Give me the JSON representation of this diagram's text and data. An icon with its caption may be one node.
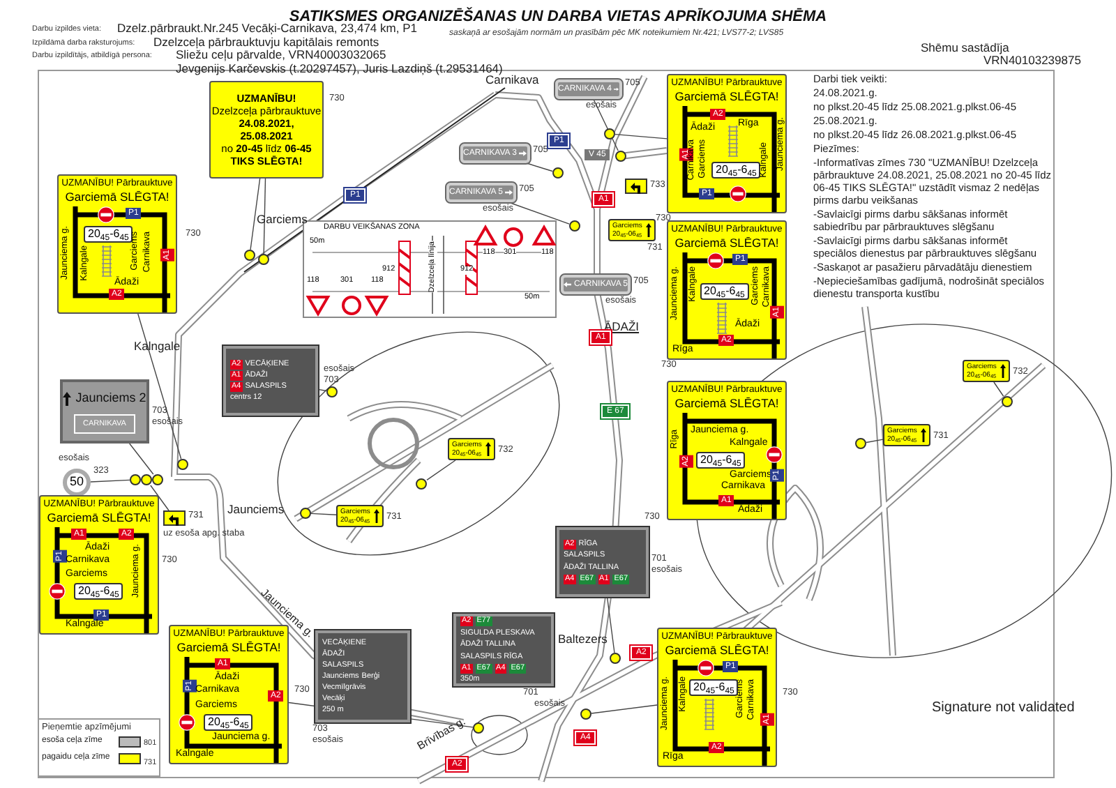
{
  "diagram": {
    "title": "SATIKSMES ORGANIZĒŠANAS UN DARBA VIETAS APRĪKOJUMA SHĒMA",
    "nodes": [
      {
        "text": [
          "UZMANĪBU!",
          "Dzelzceļa pārbrauktuve",
          "24.08.2021,",
          "25.08.2021",
          "no **20-45** līdz **06-45**",
          "TIKS SLĒGTA!"
        ],
        "beside": [
          "730"
        ]
      },
      {
        "text": [
          "CARNIKAVA 4"
        ],
        "beside": [
          "705",
          "esošais"
        ]
      },
      {
        "text": [
          "UZMANĪBU! Pārbrauktuve",
          "Garciemā SLĒGTA!",
          "A2",
          "Rīga",
          "Jaunciema g.",
          "Ādaži",
          "A1",
          "Carnikava",
          "Garciems",
          "20$_{45}$-6$_{45}$",
          "Kalngale",
          "P1"
        ],
        "beside": [
          "730"
        ]
      },
      {
        "text": [
          "CARNIKAVA 3"
        ],
        "beside": [
          "705"
        ]
      },
      {
        "text": [
          "UZMANĪBU! Pārbrauktuve",
          "Garciemā SLĒGTA!",
          "P1",
          "20$_{45}$-6$_{45}$",
          "Jaunciema g.",
          "Kalngale",
          "Garciems",
          "Carnikava",
          "Ādaži",
          "A1",
          "A2"
        ],
        "beside": [
          "730"
        ]
      },
      {
        "text": [
          "CARNIKAVA 5"
        ],
        "beside": [
          "705",
          "esošais"
        ]
      },
      {
        "text": [],
        "shape": "box",
        "beside": [
          "733"
        ]
      },
      {
        "text": [
          "Garciems",
          "20$_{45}$-06$_{45}$"
        ],
        "beside": [
          "731"
        ]
      },
      {
        "text": [
          "UZMANĪBU! Pārbrauktuve",
          "Garciemā SLĒGTA!",
          "P1",
          "Jaunciema g.",
          "Kalngale",
          "Garciems",
          "Carnikava",
          "20$_{45}$-6$_{45}$",
          "A1",
          "Ādaži",
          "A2",
          "Rīga"
        ],
        "beside": [
          "730"
        ]
      },
      {
        "text": [
          "DARBU VEIKŠANAS ZONA",
          "50m",
          "118",
          "301",
          "118",
          "912",
          "912",
          "Dzelzceļa līnija",
          "118",
          "301",
          "118",
          "50m"
        ]
      },
      {
        "text": [
          "CARNIKAVA 5"
        ],
        "beside": [
          "705",
          "esošais"
        ]
      },
      {
        "text": [
          "A2",
          "VECĀĶIENE",
          "A1",
          "ĀDAŽI",
          "A4",
          "SALASPILS",
          "centrs 12"
        ],
        "beside": [
          "esošais",
          "703"
        ]
      },
      {
        "text": [
          "Jaunciems 2",
          "CARNIKAVA"
        ],
        "beside": [
          "703",
          "esošais"
        ]
      },
      {
        "text": [
          "UZMANĪBU! Pārbrauktuve",
          "Garciemā SLĒGTA!",
          "Rīga",
          "Jaunciema g.",
          "Kalngale",
          "20$_{45}$-6$_{45}$",
          "Garciems",
          "Carnikava",
          "P1",
          "A2",
          "A1",
          "Ādaži"
        ],
        "beside": [
          "730"
        ]
      },
      {
        "text": [
          "Garciems",
          "20$_{45}$-06$_{45}$"
        ],
        "beside": [
          "732"
        ]
      },
      {
        "text": [
          "Garciems",
          "20$_{45}$-06$_{45}$"
        ],
        "beside": [
          "732"
        ]
      },
      {
        "text": [
          "Garciems",
          "20$_{45}$-06$_{45}$"
        ],
        "beside": [
          "731"
        ]
      },
      {
        "text": [
          "50"
        ],
        "beside": [
          "esošais",
          "323"
        ]
      },
      {
        "text": [],
        "shape": "box",
        "beside": [
          "731",
          "uz esoša apg. staba"
        ]
      },
      {
        "text": [
          "Garciems",
          "20$_{45}$-06$_{45}$"
        ],
        "beside": [
          "731"
        ]
      },
      {
        "text": [
          "A2",
          "RĪGA",
          "SALASPILS",
          "ĀDAŽI TALLINA",
          "A4",
          "E67",
          "A1",
          "E67"
        ],
        "beside": [
          "701",
          "esošais"
        ]
      },
      {
        "text": [
          "UZMANĪBU! Pārbrauktuve",
          "Garciemā SLĒGTA!",
          "A1",
          "Ādaži",
          "A2",
          "P1",
          "Carnikava",
          "Garciems",
          "20$_{45}$-6$_{45}$",
          "Jaunciema g.",
          "P1",
          "Kalngale"
        ],
        "beside": [
          "730"
        ]
      },
      {
        "text": [
          "A2",
          "E77",
          "SIGULDA PLESKAVA",
          "ĀDAŽI TALLINA",
          "SALASPILS RĪGA",
          "A1",
          "E67",
          "A4",
          "E67",
          "350m"
        ],
        "beside": [
          "701",
          "esošais"
        ]
      },
      {
        "text": [
          "VECĀĶIENE",
          "ĀDAŽI",
          "SALASPILS",
          "Jaunciems",
          "Vecmīlgrāvis",
          "Vecāķi",
          "Berģi",
          "250 m"
        ],
        "beside": [
          "703",
          "esošais"
        ]
      },
      {
        "text": [
          "UZMANĪBU! Pārbrauktuve",
          "Garciemā SLĒGTA!",
          "A1",
          "Ādaži",
          "P1",
          "Carnikava",
          "Garciems",
          "A2",
          "20$_{45}$-6$_{45}$",
          "Jaunciema g.",
          "Kalngale"
        ],
        "beside": [
          "730"
        ]
      },
      {
        "text": [
          "UZMANĪBU! Pārbrauktuve",
          "Garciemā SLĒGTA!",
          "P1",
          "Kalngale",
          "Garciems",
          "Carnikava",
          "20$_{45}$-6$_{45}$",
          "Jaunciema g.",
          "A1",
          "A2",
          "Rīga"
        ],
        "beside": [
          "730"
        ]
      },
      {
        "text": [],
        "shape": "circle"
      },
      {
        "text": [],
        "shape": "circle"
      },
      {
        "text": [],
        "shape": "circle"
      },
      {
        "text": [],
        "shape": "circle"
      },
      {
        "text": [],
        "shape": "circle"
      },
      {
        "text": [],
        "shape": "circle"
      },
      {
        "text": [],
        "shape": "circle"
      },
      {
        "text": [],
        "shape": "circle"
      },
      {
        "text": [],
        "shape": "circle"
      },
      {
        "text": [],
        "shape": "circle"
      },
      {
        "text": [],
        "shape": "circle"
      },
      {
        "text": [],
        "shape": "circle"
      },
      {
        "text": [],
        "shape": "circle"
      },
      {
        "text": [],
        "shape": "circle"
      },
      {
        "text": [],
        "shape": "circle"
      },
      {
        "text": [],
        "shape": "circle"
      },
      {
        "text": [],
        "shape": "circle"
      },
      {
        "text": [],
        "shape": "circle"
      }
    ],
    "edges": [
      {
        "from": 0,
        "to": 26,
        "arrow": "none"
      },
      {
        "from": 0,
        "to": 27,
        "arrow": "none"
      },
      {
        "from": 1,
        "to": 29,
        "arrow": "none"
      },
      {
        "from": 2,
        "to": 28,
        "arrow": "none"
      },
      {
        "from": 3,
        "to": 30,
        "arrow": "none"
      },
      {
        "from": 4,
        "to": 35,
        "arrow": "none"
      },
      {
        "from": 5,
        "to": 31,
        "arrow": "none"
      },
      {
        "from": 12,
        "to": 33,
        "arrow": "none"
      },
      {
        "from": 17,
        "to": 32,
        "arrow": "none"
      },
      {
        "from": 18,
        "to": 34,
        "arrow": "none"
      },
      {
        "from": 11,
        "to": 36,
        "arrow": "none"
      },
      {
        "from": 14,
        "to": 37,
        "arrow": "none"
      },
      {
        "from": 19,
        "to": 38,
        "arrow": "none"
      },
      {
        "from": 15,
        "to": 39,
        "arrow": "none"
      },
      {
        "from": 16,
        "to": 40,
        "arrow": "none"
      },
      {
        "from": 24,
        "to": 41,
        "arrow": "none"
      },
      {
        "from": 25,
        "to": 42,
        "arrow": "none"
      },
      {
        "from": 20,
        "to": 43,
        "arrow": "none"
      }
    ],
    "labels": [
      "Darbu izpildes vieta:",
      "Dzelz.pārbraukt.Nr.245 Vecāķi-Carnikava, 23,474 km, P1",
      "Izpildāmā darba raksturojums:",
      "Dzelzceļa pārbrauktuvju kapitālais remonts",
      "Darbu izpildītājs, atbildīgā persona:",
      "Sliežu ceļu pārvalde, VRN40003032065",
      "Jevgenijs Karčevskis (t.20297457), Juris Lazdiņš (t.29531464)",
      "saskaņā ar esošajām normām un prasībām pēc MK noteikumiem Nr.421; LVS77-2; LVS85",
      "Shēmu sastādīja",
      "VRN40103239875",
      "Darbi tiek veikti:",
      "24.08.2021.g.",
      "no plkst.20-45 līdz 25.08.2021.g.plkst.06-45",
      "25.08.2021.g.",
      "no plkst.20-45 līdz 26.08.2021.g.plkst.06-45",
      "Piezīmes:",
      "-Informatīvas zīmes 730 \"UZMANĪBU! Dzelzceļa pārbrauktuve 24.08.2021, 25.08.2021 no 20-45 līdz 06-45 TIKS SLĒGTA!\" uzstādīt vismaz 2 nedēļas pirms darbu veikšanas",
      "-Savlaicīgi pirms darbu sākšanas informēt sabiedrību par pārbrauktuves slēgšanu",
      "-Savlaicīgi pirms darbu sākšanas informēt speciālos dienestus par pārbrauktuves slēgšanu",
      "-Saskaņot ar pasažieru pārvadātāju dienestiem",
      "-Nepieciešamības gadījumā, nodrošināt speciālos dienestu transporta kustību",
      "Carnikava",
      "Garciems",
      "Kalngale",
      "Jaunciems",
      "ĀDAŽI",
      "Baltezers",
      "Jaunciema g.",
      "Brīvības g.",
      "P1",
      "P1",
      "V 45",
      "A1",
      "A1",
      "E 67",
      "A2",
      "A4",
      "A2",
      "Pieņemtie apzīmējumi",
      "801",
      "731",
      "Signature not validated"
    ],
    "legend": [
      {
        "text": "esoša ceļa zīme"
      },
      {
        "text": "pagaidu ceļa zīme"
      }
    ]
  }
}
